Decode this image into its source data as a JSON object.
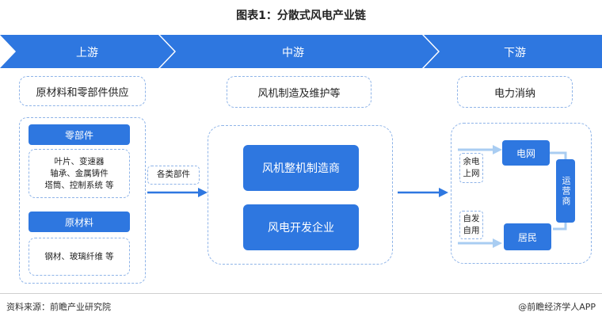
{
  "title": "图表1：分散式风电产业链",
  "stages": {
    "upstream": "上游",
    "midstream": "中游",
    "downstream": "下游"
  },
  "upstream": {
    "heading": "原材料和零部件供应",
    "parts": {
      "label": "零部件",
      "items": [
        "叶片、变速器",
        "轴承、金属铸件",
        "塔筒、控制系统  等"
      ]
    },
    "materials": {
      "label": "原材料",
      "items": [
        "钢材、玻璃纤维  等"
      ]
    }
  },
  "connector_label": "各类部件",
  "midstream": {
    "heading": "风机制造及维护等",
    "boxes": [
      "风机整机制造商",
      "风电开发企业"
    ]
  },
  "downstream": {
    "heading": "电力消纳",
    "surplus_lines": [
      "余电",
      "上网"
    ],
    "grid": "电网",
    "self_lines": [
      "自发",
      "自用"
    ],
    "residents": "居民",
    "operator": "运营商"
  },
  "footer": {
    "source": "资料来源：前瞻产业研究院",
    "brand": "@前瞻经济学人APP"
  },
  "colors": {
    "chevron": "#2e77e0",
    "box_blue": "#2e77e0",
    "dash_border": "#8fb4e8",
    "arrow": "#2e77e0",
    "light_arrow": "#a9cdf2"
  }
}
